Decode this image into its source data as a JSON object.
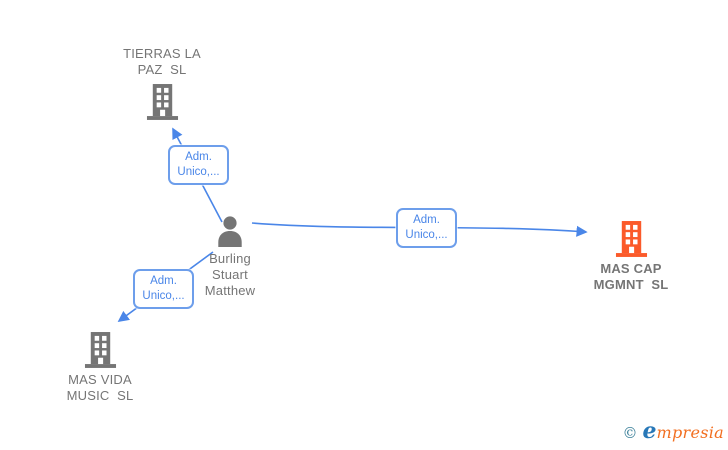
{
  "diagram": {
    "type": "corporate-relationship-graph",
    "background": "#ffffff"
  },
  "colors": {
    "edge": "#4a86e8",
    "edge_label_text": "#4a86e8",
    "edge_label_border": "#6d9eeb",
    "node_text_gray": "#757575",
    "company_icon_gray": "#757575",
    "company_icon_highlight_orange": "#fb5a2a",
    "person_icon_gray": "#757575",
    "watermark_copyright": "#3a7f99",
    "watermark_brand_initial": "#2878b8",
    "watermark_brand_rest": "#f26f21"
  },
  "nodes": {
    "tierras": {
      "label": "TIERRAS LA\nPAZ  SL",
      "icon": "building-icon",
      "highlighted": false
    },
    "person": {
      "name": "Burling\nStuart\nMatthew",
      "icon": "person-icon"
    },
    "mascap": {
      "label": "MAS CAP\nMGMNT  SL",
      "icon": "building-icon",
      "highlighted": true
    },
    "masvida": {
      "label": "MAS VIDA\nMUSIC  SL",
      "icon": "building-icon",
      "highlighted": false
    }
  },
  "edges": {
    "person_to_tierras": {
      "from": "person",
      "to": "tierras",
      "label": "Adm.\nUnico,..."
    },
    "person_to_mascap": {
      "from": "person",
      "to": "mascap",
      "label": "Adm.\nUnico,..."
    },
    "person_to_masvida": {
      "from": "person",
      "to": "masvida",
      "label": "Adm.\nUnico,..."
    }
  },
  "watermark": {
    "copyright": "©",
    "brand_initial": "e",
    "brand_rest": "mpresia"
  }
}
